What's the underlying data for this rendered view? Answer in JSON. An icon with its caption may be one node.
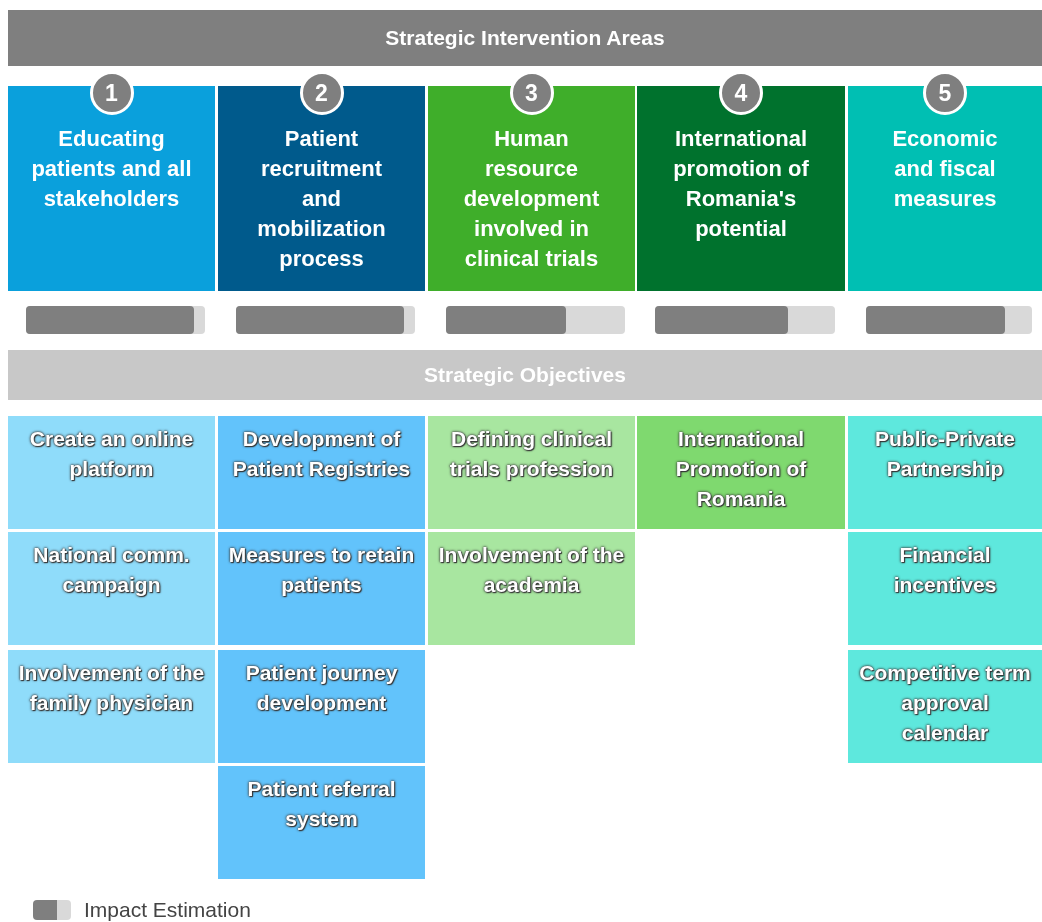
{
  "diagram": {
    "nodes": [
      {
        "text": [
          "Strategic Intervention Areas"
        ]
      },
      {
        "text": [
          "1",
          "Educating patients and all stakeholders"
        ]
      },
      {
        "text": [
          "2",
          "Patient recruitment and mobilization process"
        ]
      },
      {
        "text": [
          "3",
          "Human resource development involved in clinical trials"
        ]
      },
      {
        "text": [
          "4",
          "International promotion of Romania's potential"
        ]
      },
      {
        "text": [
          "5",
          "Economic and fiscal measures"
        ]
      },
      {
        "text": [],
        "shape": "bar"
      },
      {
        "text": [],
        "shape": "bar"
      },
      {
        "text": [],
        "shape": "bar"
      },
      {
        "text": [],
        "shape": "bar"
      },
      {
        "text": [],
        "shape": "bar"
      },
      {
        "text": [
          "Strategic Objectives"
        ]
      },
      {
        "text": [
          "Create an online platform"
        ]
      },
      {
        "text": [
          "Development of Patient Registries"
        ]
      },
      {
        "text": [
          "Defining clinical trials profession"
        ]
      },
      {
        "text": [
          "International Promotion of Romania"
        ]
      },
      {
        "text": [
          "Public-Private Partnership"
        ]
      },
      {
        "text": [
          "National comm. campaign"
        ]
      },
      {
        "text": [
          "Measures to retain patients"
        ]
      },
      {
        "text": [
          "Involvement of the academia"
        ]
      },
      {
        "text": [
          "Financial incentives"
        ]
      },
      {
        "text": [
          "Involvement of the family physician"
        ]
      },
      {
        "text": [
          "Patient journey development"
        ]
      },
      {
        "text": [
          "Competitive term approval calendar"
        ]
      },
      {
        "text": [
          "Patient referral system"
        ]
      }
    ],
    "edges": [],
    "legend": [
      {
        "text": "Impact Estimation"
      }
    ]
  }
}
